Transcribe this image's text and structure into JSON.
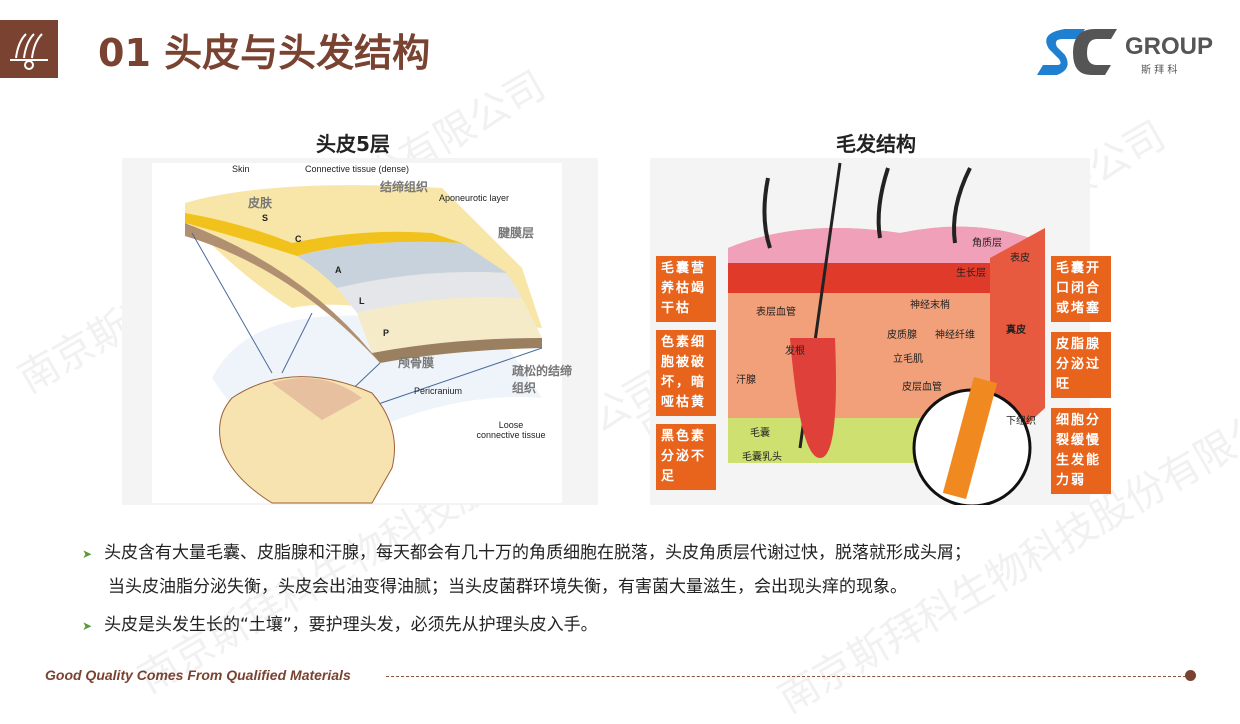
{
  "header": {
    "title": "01 头皮与头发结构",
    "icon": "hair-follicle-icon"
  },
  "logo": {
    "brand": "GROUP",
    "chinese": "斯 拜 科",
    "mark": "SC"
  },
  "watermark": "南京斯拜科生物科技股份有限公司",
  "scalp": {
    "title": "头皮5层",
    "labels_en": {
      "skin": "Skin",
      "connective": "Connective tissue (dense)",
      "aponeurotic": "Aponeurotic layer",
      "pericranium": "Pericranium",
      "loose": "Loose connective tissue"
    },
    "labels_cn": {
      "skin": "皮肤",
      "connective": "结缔组织",
      "aponeurotic": "腱膜层",
      "pericranium": "颅骨膜",
      "loose": "疏松的结缔组织"
    },
    "letters": [
      "S",
      "C",
      "A",
      "L",
      "P"
    ]
  },
  "hair": {
    "title": "毛发结构",
    "labels": {
      "cuticle": "角质层",
      "epidermis": "表皮",
      "growth": "生长层",
      "dermis": "真皮",
      "vessels": "表层血管",
      "nerve_end": "神经末梢",
      "sebaceous": "皮质腺",
      "nerve_fiber": "神经纤维",
      "root": "发根",
      "arrector": "立毛肌",
      "sweat": "汗腺",
      "deep_vessel": "皮层血管",
      "follicle": "毛囊",
      "papilla": "毛囊乳头",
      "subcutis": "下组织"
    },
    "left_boxes": [
      "毛囊营养枯竭干枯",
      "色素细胞被破坏，暗哑枯黄",
      "黑色素分泌不足"
    ],
    "right_boxes": [
      "毛囊开口闭合或堵塞",
      "皮脂腺分泌过旺",
      "细胞分裂缓慢生发能力弱"
    ],
    "box_color": "#e8631c"
  },
  "bullets": [
    {
      "line1": "头皮含有大量毛囊、皮脂腺和汗腺，每天都会有几十万的角质细胞在脱落，头皮角质层代谢过快，脱落就形成头屑；",
      "line2": "当头皮油脂分泌失衡，头皮会出油变得油腻；当头皮菌群环境失衡，有害菌大量滋生，会出现头痒的现象。"
    },
    {
      "line1": "头皮是头发生长的“土壤”，要护理头发，必须先从护理头皮入手。"
    }
  ],
  "footer": {
    "slogan": "Good Quality Comes From Qualified Materials"
  },
  "colors": {
    "brand": "#7a4230",
    "bullet": "#5a9a3a"
  }
}
